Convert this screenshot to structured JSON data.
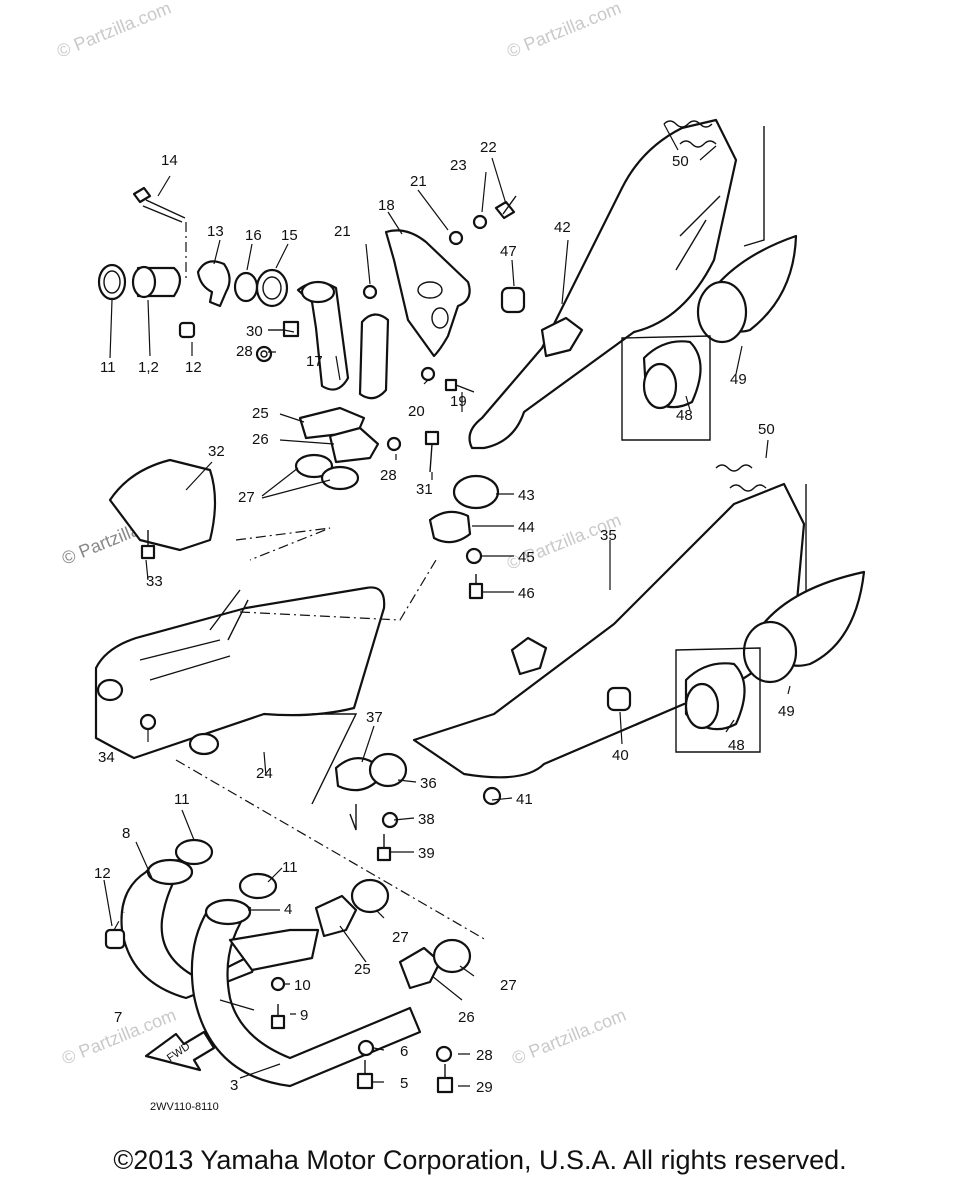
{
  "watermark": "© Partzilla.com",
  "diagram_code": "2WV110-8110",
  "fwd_arrow_label": "FWD",
  "copyright": "©2013 Yamaha Motor Corporation, U.S.A. All rights reserved.",
  "callouts": {
    "c1": "14",
    "c2": "13",
    "c3": "16",
    "c4": "15",
    "c5": "11",
    "c6": "1,2",
    "c7": "12",
    "c8": "30",
    "c9": "28",
    "c10": "17",
    "c11": "21",
    "c12": "18",
    "c13": "21",
    "c14": "23",
    "c15": "22",
    "c16": "47",
    "c17": "42",
    "c18": "50",
    "c19": "49",
    "c20": "48",
    "c21": "20",
    "c22": "19",
    "c23": "25",
    "c24": "26",
    "c25": "27",
    "c26": "28",
    "c27": "31",
    "c28": "32",
    "c29": "33",
    "c30": "43",
    "c31": "44",
    "c32": "45",
    "c33": "46",
    "c34": "35",
    "c35": "50",
    "c36": "49",
    "c37": "48",
    "c38": "40",
    "c39": "41",
    "c40": "34",
    "c41": "24",
    "c42": "37",
    "c43": "36",
    "c44": "38",
    "c45": "39",
    "c46": "11",
    "c47": "8",
    "c48": "12",
    "c49": "11",
    "c50": "4",
    "c51": "27",
    "c52": "25",
    "c53": "27",
    "c54": "26",
    "c55": "10",
    "c56": "9",
    "c57": "7",
    "c58": "6",
    "c59": "28",
    "c60": "5",
    "c61": "29",
    "c62": "3"
  }
}
